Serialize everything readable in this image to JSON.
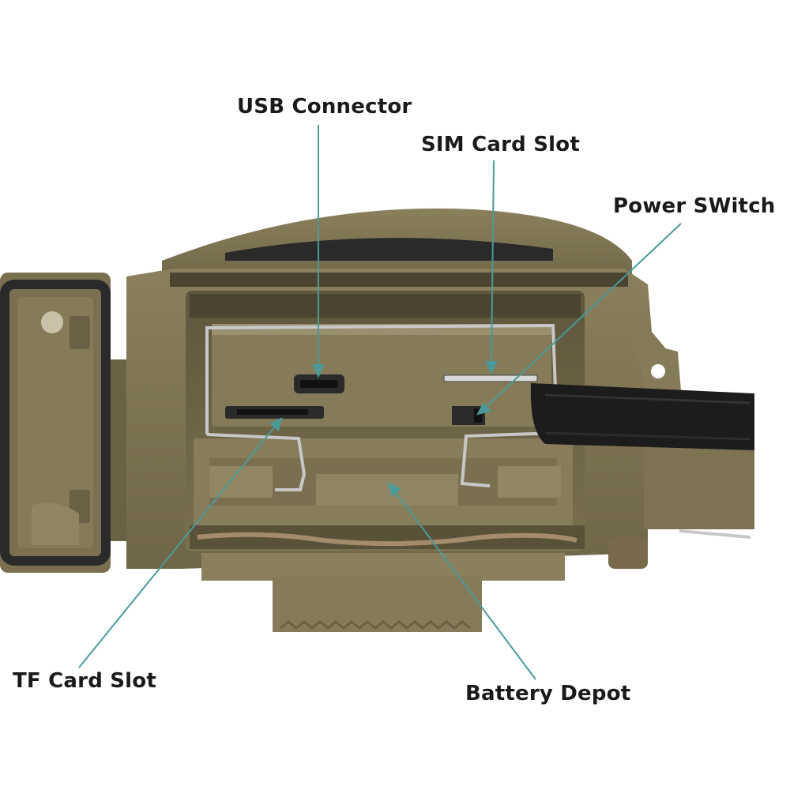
{
  "labels": {
    "usb": "USB Connector",
    "sim": "SIM Card Slot",
    "power": "Power SWitch",
    "tf": "TF Card Slot",
    "battery": "Battery Depot"
  },
  "colors": {
    "camo_body": "#7d7352",
    "camo_dark": "#5c5438",
    "camo_light": "#948a66",
    "leader_line": "#4a9a9a",
    "strap": "#1c1c1c",
    "wire": "#c8c8c8",
    "seal": "#2a2a2a"
  }
}
